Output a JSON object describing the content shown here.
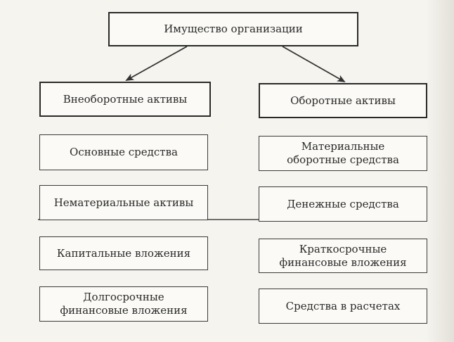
{
  "diagram": {
    "root": "Имущество организации",
    "left": {
      "header": "Внеоборотные активы",
      "items": [
        "Основные средства",
        "Нематериальные активы",
        "Капитальные вложения",
        "Долгосрочные\nфинансовые вложения"
      ]
    },
    "right": {
      "header": "Оборотные активы",
      "items": [
        "Материальные\nоборотные средства",
        "Денежные средства",
        "Краткосрочные\nфинансовые вложения",
        "Средства в расчетах"
      ]
    }
  }
}
